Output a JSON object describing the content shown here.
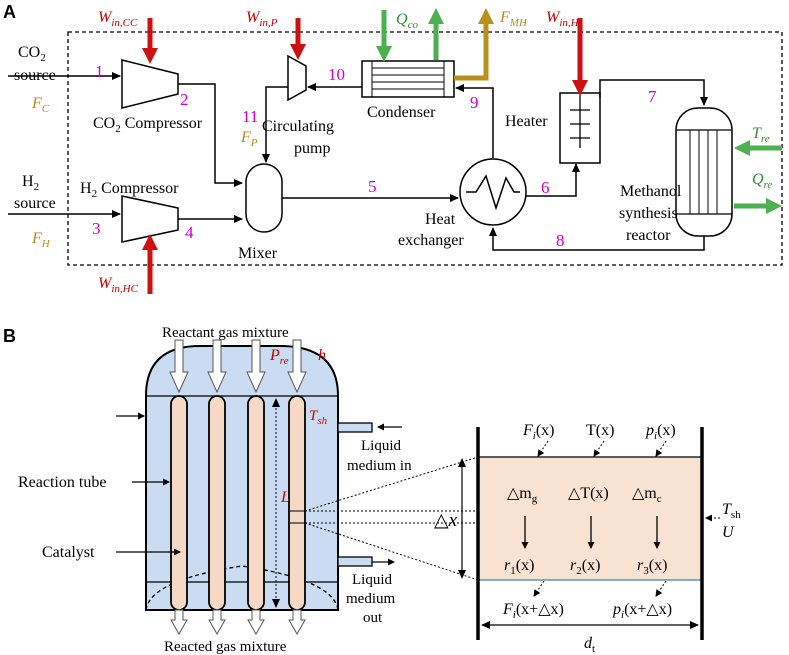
{
  "panels": {
    "a": "A",
    "b": "B"
  },
  "panel_a": {
    "inputs": {
      "co2_source_line1": "CO",
      "co2_source_sub": "2",
      "co2_source_line2": "source",
      "fc": "F",
      "fc_sub": "C",
      "h2_source_line1": "H",
      "h2_source_sub": "2",
      "h2_source_line2": "source",
      "fh": "F",
      "fh_sub": "H"
    },
    "work": {
      "w_cc": "W",
      "w_cc_sub": "in,CC",
      "w_hc": "W",
      "w_hc_sub": "in,HC",
      "w_p": "W",
      "w_p_sub": "in,P",
      "w_h": "W",
      "w_h_sub": "in,H"
    },
    "heat": {
      "q_co": "Q",
      "q_co_sub": "co",
      "q_re": "Q",
      "q_re_sub": "re",
      "t_re": "T",
      "t_re_sub": "re"
    },
    "flows": {
      "f_mh": "F",
      "f_mh_sub": "MH",
      "f_p": "F",
      "f_p_sub": "P"
    },
    "units": {
      "co2_compressor": "CO",
      "co2_compressor_sub": "2",
      "co2_compressor_rest": " Compressor",
      "h2_compressor": "H",
      "h2_compressor_sub": "2",
      "h2_compressor_rest": " Compressor",
      "mixer": "Mixer",
      "circulating_line1": "Circulating",
      "circulating_line2": "pump",
      "condenser": "Condenser",
      "heater": "Heater",
      "hx_line1": "Heat",
      "hx_line2": "exchanger",
      "reactor_line1": "Methanol",
      "reactor_line2": "synthesis",
      "reactor_line3": "reactor"
    },
    "stream_numbers": [
      "1",
      "2",
      "3",
      "4",
      "5",
      "6",
      "7",
      "8",
      "9",
      "10",
      "11"
    ]
  },
  "panel_b": {
    "reactant": "Reactant gas mixture",
    "p_re": "P",
    "p_re_sub": "re",
    "h": "h",
    "t_sh": "T",
    "t_sh_sub": "sh",
    "liquid_in_line1": "Liquid",
    "liquid_in_line2": "medium in",
    "liquid_out_line1": "Liquid",
    "liquid_out_line2": "medium",
    "liquid_out_line3": "out",
    "reaction_tube": "Reaction tube",
    "catalyst": "Catalyst",
    "l": "L",
    "reacted": "Reacted  gas mixture",
    "element": {
      "fi_x": "F",
      "fi_x_sub": "i",
      "fi_x_arg": "(x)",
      "t_x": "T(x)",
      "pi_x": "p",
      "pi_x_sub": "i",
      "pi_x_arg": "(x)",
      "dm_g": "△m",
      "dm_g_sub": "g",
      "dT": "△T(x)",
      "dm_c": "△m",
      "dm_c_sub": "c",
      "r1": "r",
      "r1_sub": "1",
      "r1_arg": "(x)",
      "r2": "r",
      "r2_sub": "2",
      "r2_arg": "(x)",
      "r3": "r",
      "r3_sub": "3",
      "r3_arg": "(x)",
      "fi_xdx": "F",
      "fi_xdx_sub": "i",
      "fi_xdx_arg": "(x+△x)",
      "pi_xdx": "p",
      "pi_xdx_sub": "i",
      "pi_xdx_arg": "(x+△x)",
      "dx": "△x",
      "dt": "d",
      "dt_sub": "t",
      "t_sh": "T",
      "t_sh_sub": "sh",
      "u": "U"
    }
  },
  "colors": {
    "work_red": "#cc1111",
    "heat_green": "#4caf50",
    "flow_gold": "#b8901e",
    "number_magenta": "#cc00cc",
    "vessel_blue": "#c9dcf2",
    "tube_tan": "#f5d9c4",
    "element_fill": "#f8e3d2"
  }
}
